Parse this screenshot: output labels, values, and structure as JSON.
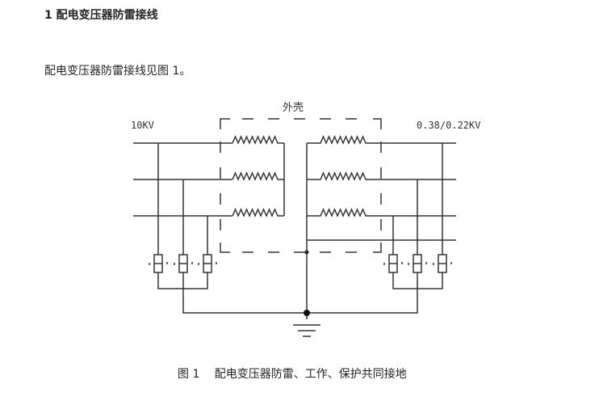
{
  "section": {
    "title": "1  配电变压器防雷接线"
  },
  "body": {
    "paragraph": "配电变压器防雷接线见图 1。"
  },
  "figure": {
    "label_high_voltage": "10KV",
    "label_low_voltage": "0.38/0.22KV",
    "label_enclosure": "外壳",
    "caption": "图 1　 配电变压器防雷、工作、保护共同接地"
  }
}
